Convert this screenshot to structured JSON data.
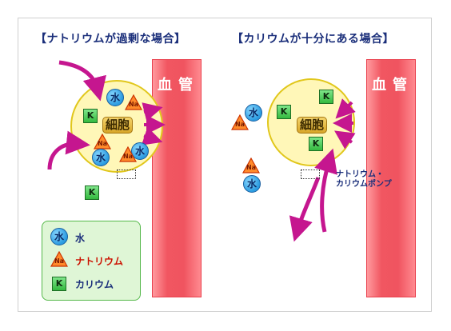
{
  "panels": {
    "left_title": "【ナトリウムが過剰な場合】",
    "right_title": "【カリウムが十分にある場合】"
  },
  "labels": {
    "vessel": "血管",
    "cell": "細胞",
    "water_symbol": "水",
    "potassium_symbol": "K",
    "sodium_symbol": "Na",
    "pump": [
      "ナトリウム・",
      "カリウムポンプ"
    ]
  },
  "legend": {
    "water": "水",
    "sodium": "ナトリウム",
    "potassium": "カリウム"
  },
  "colors": {
    "title": "#1a2e7a",
    "arrow": "#c5168f",
    "vessel": "#f05460",
    "cell_fill": "#fff7b8",
    "legend_fill": "#dff6d6",
    "sodium_text": "#cc1100"
  }
}
